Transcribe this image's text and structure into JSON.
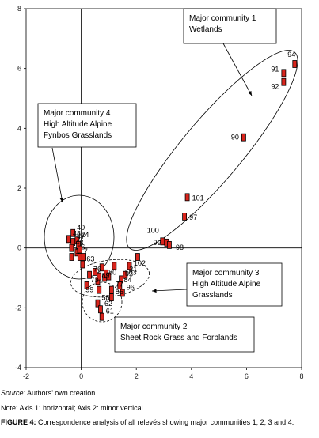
{
  "chart_data": {
    "type": "scatter",
    "xlim": [
      -2,
      8
    ],
    "ylim": [
      -4,
      8
    ],
    "x_ticks": [
      -2,
      0,
      2,
      4,
      6,
      8
    ],
    "y_ticks": [
      -4,
      -2,
      0,
      2,
      4,
      6,
      8
    ],
    "grid": false,
    "marker_color": "#d9241c",
    "points": [
      {
        "label": "94",
        "x": 7.75,
        "y": 6.15
      },
      {
        "label": "91",
        "x": 7.35,
        "y": 5.85
      },
      {
        "label": "92",
        "x": 7.35,
        "y": 5.55
      },
      {
        "label": "90",
        "x": 5.9,
        "y": 3.7
      },
      {
        "label": "101",
        "x": 3.85,
        "y": 1.7
      },
      {
        "label": "97",
        "x": 3.75,
        "y": 1.05
      },
      {
        "label": "100",
        "x": 2.95,
        "y": 0.22
      },
      {
        "label": "99",
        "x": 3.1,
        "y": 0.18
      },
      {
        "label": "98",
        "x": 3.2,
        "y": 0.1
      },
      {
        "label": "102",
        "x": 2.05,
        "y": -0.3
      },
      {
        "label": "103",
        "x": 1.75,
        "y": -0.6
      },
      {
        "label": "40",
        "x": -0.3,
        "y": 0.5
      },
      {
        "label": "48",
        "x": -0.45,
        "y": 0.3
      },
      {
        "label": "47",
        "x": -0.3,
        "y": 0.2
      },
      {
        "label": "24",
        "x": -0.15,
        "y": 0.25
      },
      {
        "label": "43",
        "x": -0.35,
        "y": 0.0
      },
      {
        "label": "1",
        "x": -0.35,
        "y": -0.3
      },
      {
        "label": "6",
        "x": -0.15,
        "y": -0.15
      },
      {
        "label": "7",
        "x": -0.05,
        "y": -0.3
      },
      {
        "label": "63",
        "x": 0.05,
        "y": -0.55
      },
      {
        "label": "76",
        "x": 0.3,
        "y": -0.9
      },
      {
        "label": "80",
        "x": 0.85,
        "y": -1.0
      },
      {
        "label": "93",
        "x": 1.45,
        "y": -1.05
      },
      {
        "label": "31",
        "x": 1.6,
        "y": -0.9
      },
      {
        "label": "89",
        "x": 0.6,
        "y": -1.1
      },
      {
        "label": "84",
        "x": 1.4,
        "y": -1.25
      },
      {
        "label": "73",
        "x": 0.2,
        "y": -1.25
      },
      {
        "label": "99",
        "x": 0.65,
        "y": -1.4
      },
      {
        "label": "77",
        "x": 1.1,
        "y": -1.4
      },
      {
        "label": "96",
        "x": 1.5,
        "y": -1.5
      },
      {
        "label": "55",
        "x": 1.1,
        "y": -1.65
      },
      {
        "label": "58",
        "x": 0.6,
        "y": -1.85
      },
      {
        "label": "62",
        "x": 0.7,
        "y": -2.05
      },
      {
        "label": "61",
        "x": 0.75,
        "y": -2.3
      }
    ],
    "unlabeled_points": [
      {
        "x": -0.1,
        "y": 0.1
      },
      {
        "x": -0.05,
        "y": -0.05
      },
      {
        "x": 0.1,
        "y": -0.3
      },
      {
        "x": 0.5,
        "y": -0.8
      },
      {
        "x": 0.75,
        "y": -0.65
      },
      {
        "x": 0.9,
        "y": -0.85
      },
      {
        "x": 1.2,
        "y": -0.6
      },
      {
        "x": 1.0,
        "y": -0.95
      },
      {
        "x": 0.65,
        "y": -0.95
      }
    ],
    "annotations": [
      {
        "lines": [
          "Major community 1",
          "Wetlands"
        ]
      },
      {
        "lines": [
          "Major community 4",
          "High Altitude Alpine",
          "Fynbos Grasslands"
        ]
      },
      {
        "lines": [
          "Major community 3",
          "High Altitude Alpine",
          "Grasslands"
        ]
      },
      {
        "lines": [
          "Major community 2",
          "Sheet Rock Grass and Forblands"
        ]
      }
    ]
  },
  "caption": {
    "source_label": "Source:",
    "source_text": "Authors’ own creation",
    "note": "Note: Axis 1: horizontal; Axis 2: minor vertical.",
    "figure_label": "FIGURE 4:",
    "figure_text": "Correspondence analysis of all relevés showing major communities 1, 2, 3 and 4."
  }
}
